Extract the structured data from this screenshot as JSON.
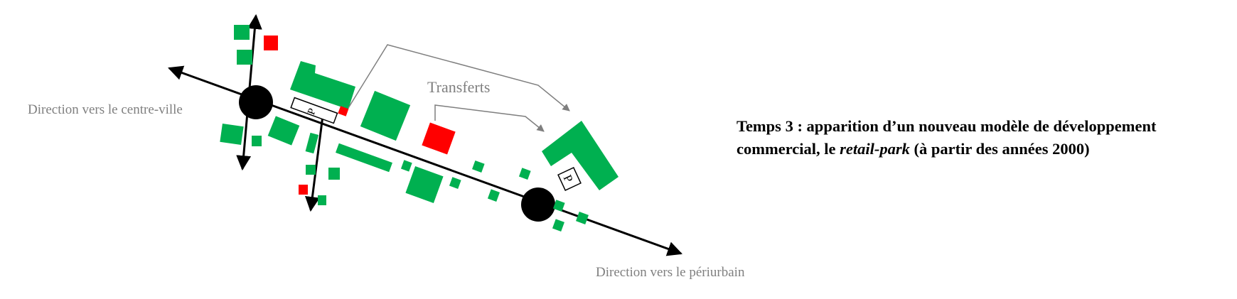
{
  "labels": {
    "centre": "Direction vers le centre-ville",
    "periurbain": "Direction vers le périurbain",
    "transferts": "Transferts",
    "parking": "P"
  },
  "caption": {
    "part1": "Temps 3 : apparition d’un nouveau modèle de développement commercial, le ",
    "italic": "retail-park",
    "part2": " (à partir des années 2000)"
  },
  "colors": {
    "commerce": "#00b050",
    "transfer_source": "#ff0000",
    "road": "#000000",
    "label_grey": "#7f7f7f"
  }
}
